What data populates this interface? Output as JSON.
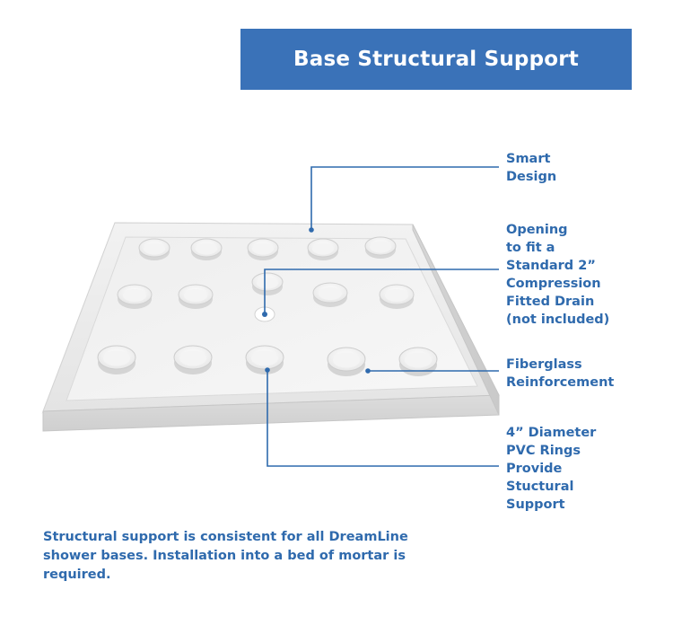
{
  "title": "Base Structural Support",
  "callouts": [
    {
      "id": "smart-design",
      "text": "Smart\nDesign"
    },
    {
      "id": "drain-opening",
      "text": "Opening\nto fit a\nStandard 2”\nCompression\nFitted Drain\n(not included)"
    },
    {
      "id": "fiberglass",
      "text": "Fiberglass\nReinforcement"
    },
    {
      "id": "pvc-rings",
      "text": "4” Diameter\nPVC Rings\nProvide\nStuctural\nSupport"
    }
  ],
  "caption": "Structural support is consistent for all DreamLine shower bases. Installation into a bed of mortar is required.",
  "colors": {
    "accent": "#3a72b8",
    "text_blue": "#2f6aad"
  }
}
